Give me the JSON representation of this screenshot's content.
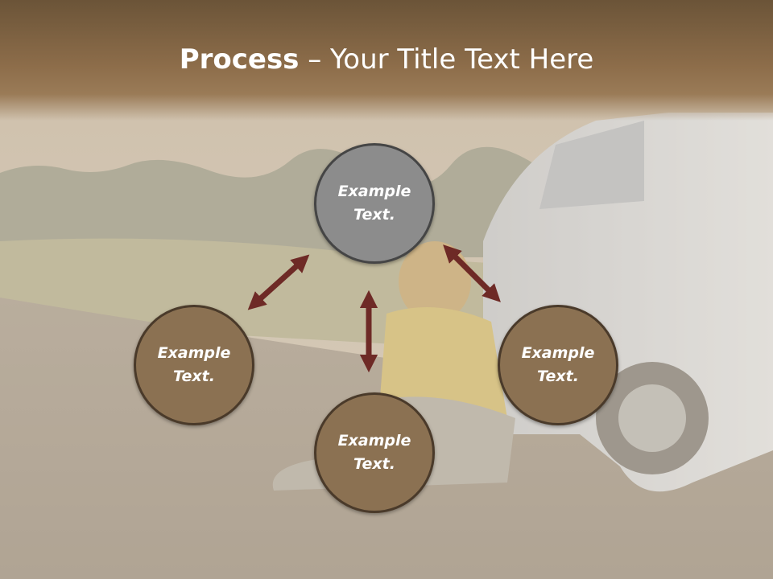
{
  "slide": {
    "title_bold": "Process",
    "title_rest": " – Your Title Text Here"
  },
  "nodes": {
    "top": {
      "label": "Example Text."
    },
    "left": {
      "label": "Example Text."
    },
    "right": {
      "label": "Example Text."
    },
    "bottom": {
      "label": "Example Text."
    }
  },
  "colors": {
    "title_band": "#8d6d4a",
    "node_fill": "#8b7152",
    "node_fill_highlight": "#8c8c8c",
    "arrow": "#6e2a26"
  }
}
